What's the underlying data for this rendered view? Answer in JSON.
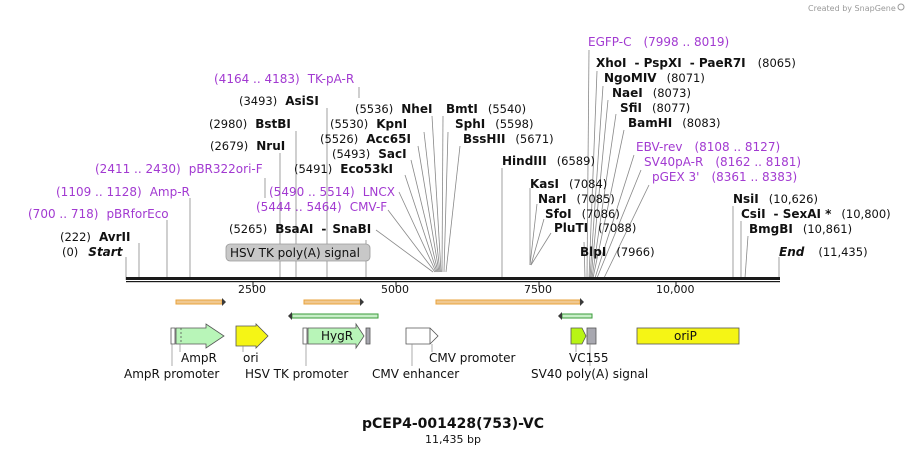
{
  "credit": "Created by SnapGene",
  "map": {
    "title": "pCEP4-001428(753)-VC",
    "subtitle": "11,435 bp"
  },
  "colors": {
    "primer": "#a23ad1",
    "orange_arrow": "#e8a33d",
    "green_arrow": "#3a9b3a",
    "feature_green": "#b8f5b8",
    "feature_yellow": "#f5f515",
    "sv40_gray": "#a8a8b0",
    "hsv_box": "#c8c8c8"
  },
  "ticks": [
    "2500",
    "5000",
    "7500",
    "10,000"
  ],
  "left_labels": [
    {
      "type": "primer",
      "coords": "(4164 .. 4183)",
      "name": "TK-pA-R"
    },
    {
      "type": "enzyme",
      "coords": "(3493)",
      "name": "AsiSI"
    },
    {
      "type": "enzyme",
      "coords": "(2980)",
      "name": "BstBI"
    },
    {
      "type": "enzyme",
      "coords": "(2679)",
      "name": "NruI"
    },
    {
      "type": "primer",
      "coords": "(2411 .. 2430)",
      "name": "pBR322ori-F"
    },
    {
      "type": "primer",
      "coords": "(1109 .. 1128)",
      "name": "Amp-R"
    },
    {
      "type": "primer",
      "coords": "(700 .. 718)",
      "name": "pBRforEco"
    },
    {
      "type": "enzyme",
      "coords": "(222)",
      "name": "AvrII"
    },
    {
      "type": "start",
      "coords": "(0)",
      "name": "Start"
    }
  ],
  "hsv_label": "HSV TK poly(A) signal",
  "middle_left_labels": [
    {
      "type": "enzyme",
      "coords": "(5265)",
      "name": "BsaAI",
      "extra": "SnaBI"
    },
    {
      "type": "primer",
      "coords": "(5444 .. 5464)",
      "name": "CMV-F"
    },
    {
      "type": "primer",
      "coords": "(5490 .. 5514)",
      "name": "LNCX"
    },
    {
      "type": "enzyme",
      "coords": "(5491)",
      "name": "Eco53kI"
    },
    {
      "type": "enzyme",
      "coords": "(5493)",
      "name": "SacI"
    },
    {
      "type": "enzyme",
      "coords": "(5526)",
      "name": "Acc65I"
    },
    {
      "type": "enzyme",
      "coords": "(5530)",
      "name": "KpnI"
    },
    {
      "type": "enzyme",
      "coords": "(5536)",
      "name": "NheI"
    }
  ],
  "middle_right_labels": [
    {
      "type": "enzyme",
      "name": "BmtI",
      "coords": "(5540)"
    },
    {
      "type": "enzyme",
      "name": "SphI",
      "coords": "(5598)"
    },
    {
      "type": "enzyme",
      "name": "BssHII",
      "coords": "(5671)"
    },
    {
      "type": "enzyme",
      "name": "HindIII",
      "coords": "(6589)"
    }
  ],
  "right_cluster_labels": [
    {
      "type": "primer",
      "name": "EGFP-C",
      "coords": "(7998 .. 8019)"
    },
    {
      "type": "enzyme",
      "name": "XhoI",
      "joined": "- PspXI",
      "joined2": "- PaeR7I",
      "coords": "(8065)"
    },
    {
      "type": "enzyme",
      "name": "NgoMIV",
      "coords": "(8071)"
    },
    {
      "type": "enzyme",
      "name": "NaeI",
      "coords": "(8073)"
    },
    {
      "type": "enzyme",
      "name": "SfiI",
      "coords": "(8077)"
    },
    {
      "type": "enzyme",
      "name": "BamHI",
      "coords": "(8083)"
    },
    {
      "type": "primer",
      "name": "EBV-rev",
      "coords": "(8108 .. 8127)"
    },
    {
      "type": "primer",
      "name": "SV40pA-R",
      "coords": "(8162 .. 8181)"
    },
    {
      "type": "primer",
      "name": "pGEX 3'",
      "coords": "(8361 .. 8383)"
    }
  ],
  "right_left_labels": [
    {
      "name": "KasI",
      "coords": "(7084)"
    },
    {
      "name": "NarI",
      "coords": "(7085)"
    },
    {
      "name": "SfoI",
      "coords": "(7086)"
    },
    {
      "name": "PluTI",
      "coords": "(7088)"
    },
    {
      "name": "BlpI",
      "coords": "(7966)"
    }
  ],
  "far_right_labels": [
    {
      "name": "NsiI",
      "coords": "(10,626)"
    },
    {
      "name": "CsiI",
      "joined": "- SexAI *",
      "coords": "(10,800)"
    },
    {
      "name": "BmgBI",
      "coords": "(10,861)"
    },
    {
      "name": "End",
      "coords": "(11,435)"
    }
  ],
  "features": [
    {
      "name": "AmpR"
    },
    {
      "name": "AmpR promoter"
    },
    {
      "name": "ori"
    },
    {
      "name": "HSV TK promoter"
    },
    {
      "name": "HygR"
    },
    {
      "name": "CMV promoter"
    },
    {
      "name": "CMV enhancer"
    },
    {
      "name": "VC155"
    },
    {
      "name": "SV40 poly(A) signal"
    },
    {
      "name": "oriP"
    }
  ]
}
